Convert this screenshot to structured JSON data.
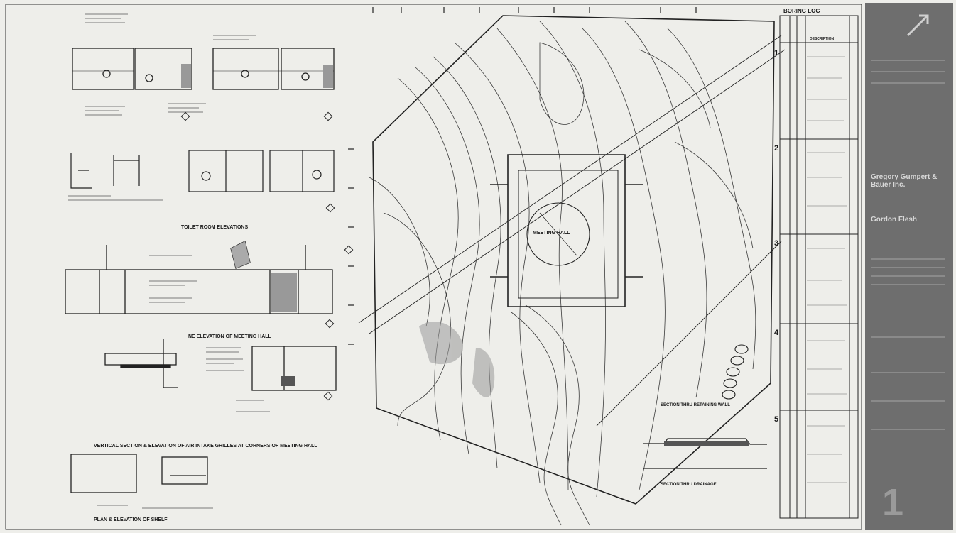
{
  "sheet": {
    "title_block": {
      "firm_name": "Gregory Gumpert & Bauer Inc.",
      "engineer": "Gordon Flesh",
      "sheet_number": "1",
      "arrow_icon": "north-arrow-icon"
    },
    "details": {
      "toilet_room_elevations": "TOILET ROOM ELEVATIONS",
      "ne_elevation": "NE ELEVATION OF MEETING HALL",
      "vertical_section": "VERTICAL SECTION & ELEVATION OF AIR INTAKE GRILLES AT CORNERS OF MEETING HALL",
      "plan_elevation_shelf": "PLAN & ELEVATION OF SHELF"
    },
    "site_plan": {
      "center_label": "MEETING HALL",
      "section_label_1": "SECTION THRU RETAINING WALL",
      "section_label_2": "SECTION THRU DRAINAGE"
    },
    "boring_log": {
      "title": "BORING LOG",
      "column": "DESCRIPTION",
      "markers": [
        "1",
        "2",
        "3",
        "4",
        "5"
      ]
    },
    "colors": {
      "paper": "#eeeeea",
      "ink": "#1a1a1a",
      "title_block": "#6e6e6e"
    }
  }
}
